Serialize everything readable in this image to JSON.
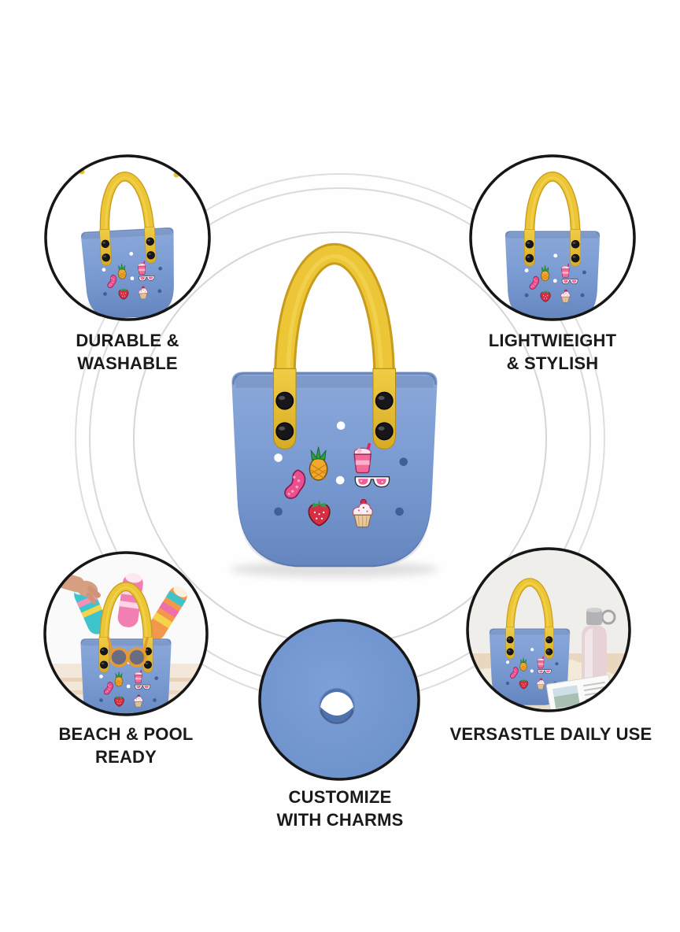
{
  "page": {
    "kind": "product-feature-infographic",
    "product": "blue rubber tote bag with yellow handles and charms"
  },
  "colors": {
    "background": "#fefefe",
    "bag_blue": "#7b9cd3",
    "bag_blue_dark": "#6585bf",
    "hole_shadow_blue": "#3e5f97",
    "strap_yellow": "#ecc636",
    "strap_yellow_dark": "#c89d1d",
    "ring_gray": "#d8d8d8",
    "circle_border": "#161616",
    "label_text": "#1a1a1a"
  },
  "features": [
    {
      "id": "durable",
      "label": "DURABLE &\nWASHABLE"
    },
    {
      "id": "lightweight",
      "label": "LIGHTWIEIGHT\n& STYLISH"
    },
    {
      "id": "beach",
      "label": "BEACH & POOL\nREADY"
    },
    {
      "id": "versatile",
      "label": "VERSASTLE DAILY USE"
    },
    {
      "id": "customize",
      "label": "CUSTOMIZE\nWITH CHARMS"
    }
  ],
  "charms": [
    "pineapple",
    "milkshake",
    "paisley",
    "sunglasses",
    "strawberry",
    "cupcake"
  ]
}
